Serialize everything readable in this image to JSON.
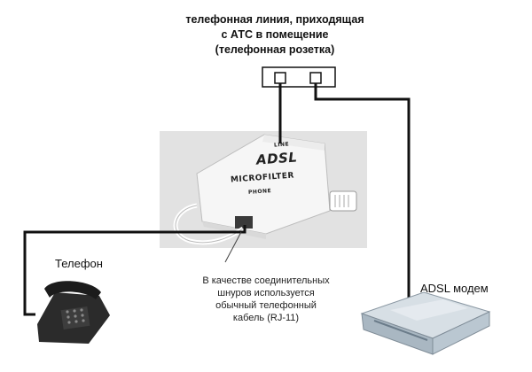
{
  "labels": {
    "wall_socket": "телефонная линия, приходящая\nс АТС в помещение\n(телефонная розетка)",
    "wall_socket_lines": [
      "телефонная линия, приходящая",
      "с АТС в помещение",
      "(телефонная розетка)"
    ],
    "phone": "Телефон",
    "modem": "ADSL модем",
    "cable_note_lines": [
      "В качестве соединительных",
      "шнуров используется",
      "обычный телефонный",
      "кабель (RJ-11)"
    ]
  },
  "filter_box": {
    "line_port": "LINE",
    "brand": "ADSL",
    "type": "MICROFILTER",
    "phone_port": "PHONE"
  },
  "colors": {
    "cable": "#111111",
    "box": "#f2f2f2",
    "box_bg": "#dcdcdc",
    "phone": "#2b2b2b",
    "modem": "#c9d3da"
  },
  "icons": [
    "telephone-icon",
    "adsl-modem-icon",
    "wall-socket-icon",
    "microfilter-icon"
  ]
}
